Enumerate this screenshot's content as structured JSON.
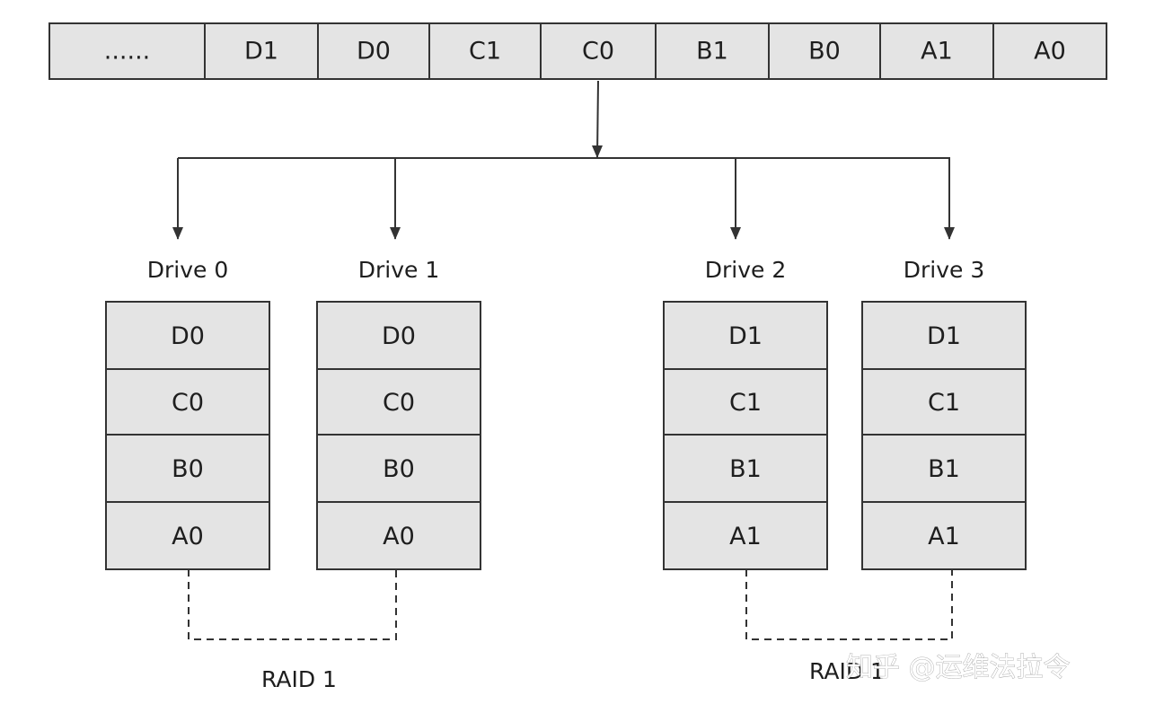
{
  "data_stream": [
    "......",
    "D1",
    "D0",
    "C1",
    "C0",
    "B1",
    "B0",
    "A1",
    "A0"
  ],
  "drives": [
    {
      "label": "Drive 0",
      "blocks": [
        "D0",
        "C0",
        "B0",
        "A0"
      ]
    },
    {
      "label": "Drive 1",
      "blocks": [
        "D0",
        "C0",
        "B0",
        "A0"
      ]
    },
    {
      "label": "Drive 2",
      "blocks": [
        "D1",
        "C1",
        "B1",
        "A1"
      ]
    },
    {
      "label": "Drive 3",
      "blocks": [
        "D1",
        "C1",
        "B1",
        "A1"
      ]
    }
  ],
  "mirror_groups": [
    {
      "label": "RAID 1",
      "drives": [
        0,
        1
      ]
    },
    {
      "label": "RAID 1",
      "drives": [
        2,
        3
      ]
    }
  ],
  "watermark": "知乎 @运维法拉令",
  "colors": {
    "cell_fill": "#e4e4e4",
    "stroke": "#333333",
    "text": "#1e1e1e",
    "background": "#ffffff"
  }
}
